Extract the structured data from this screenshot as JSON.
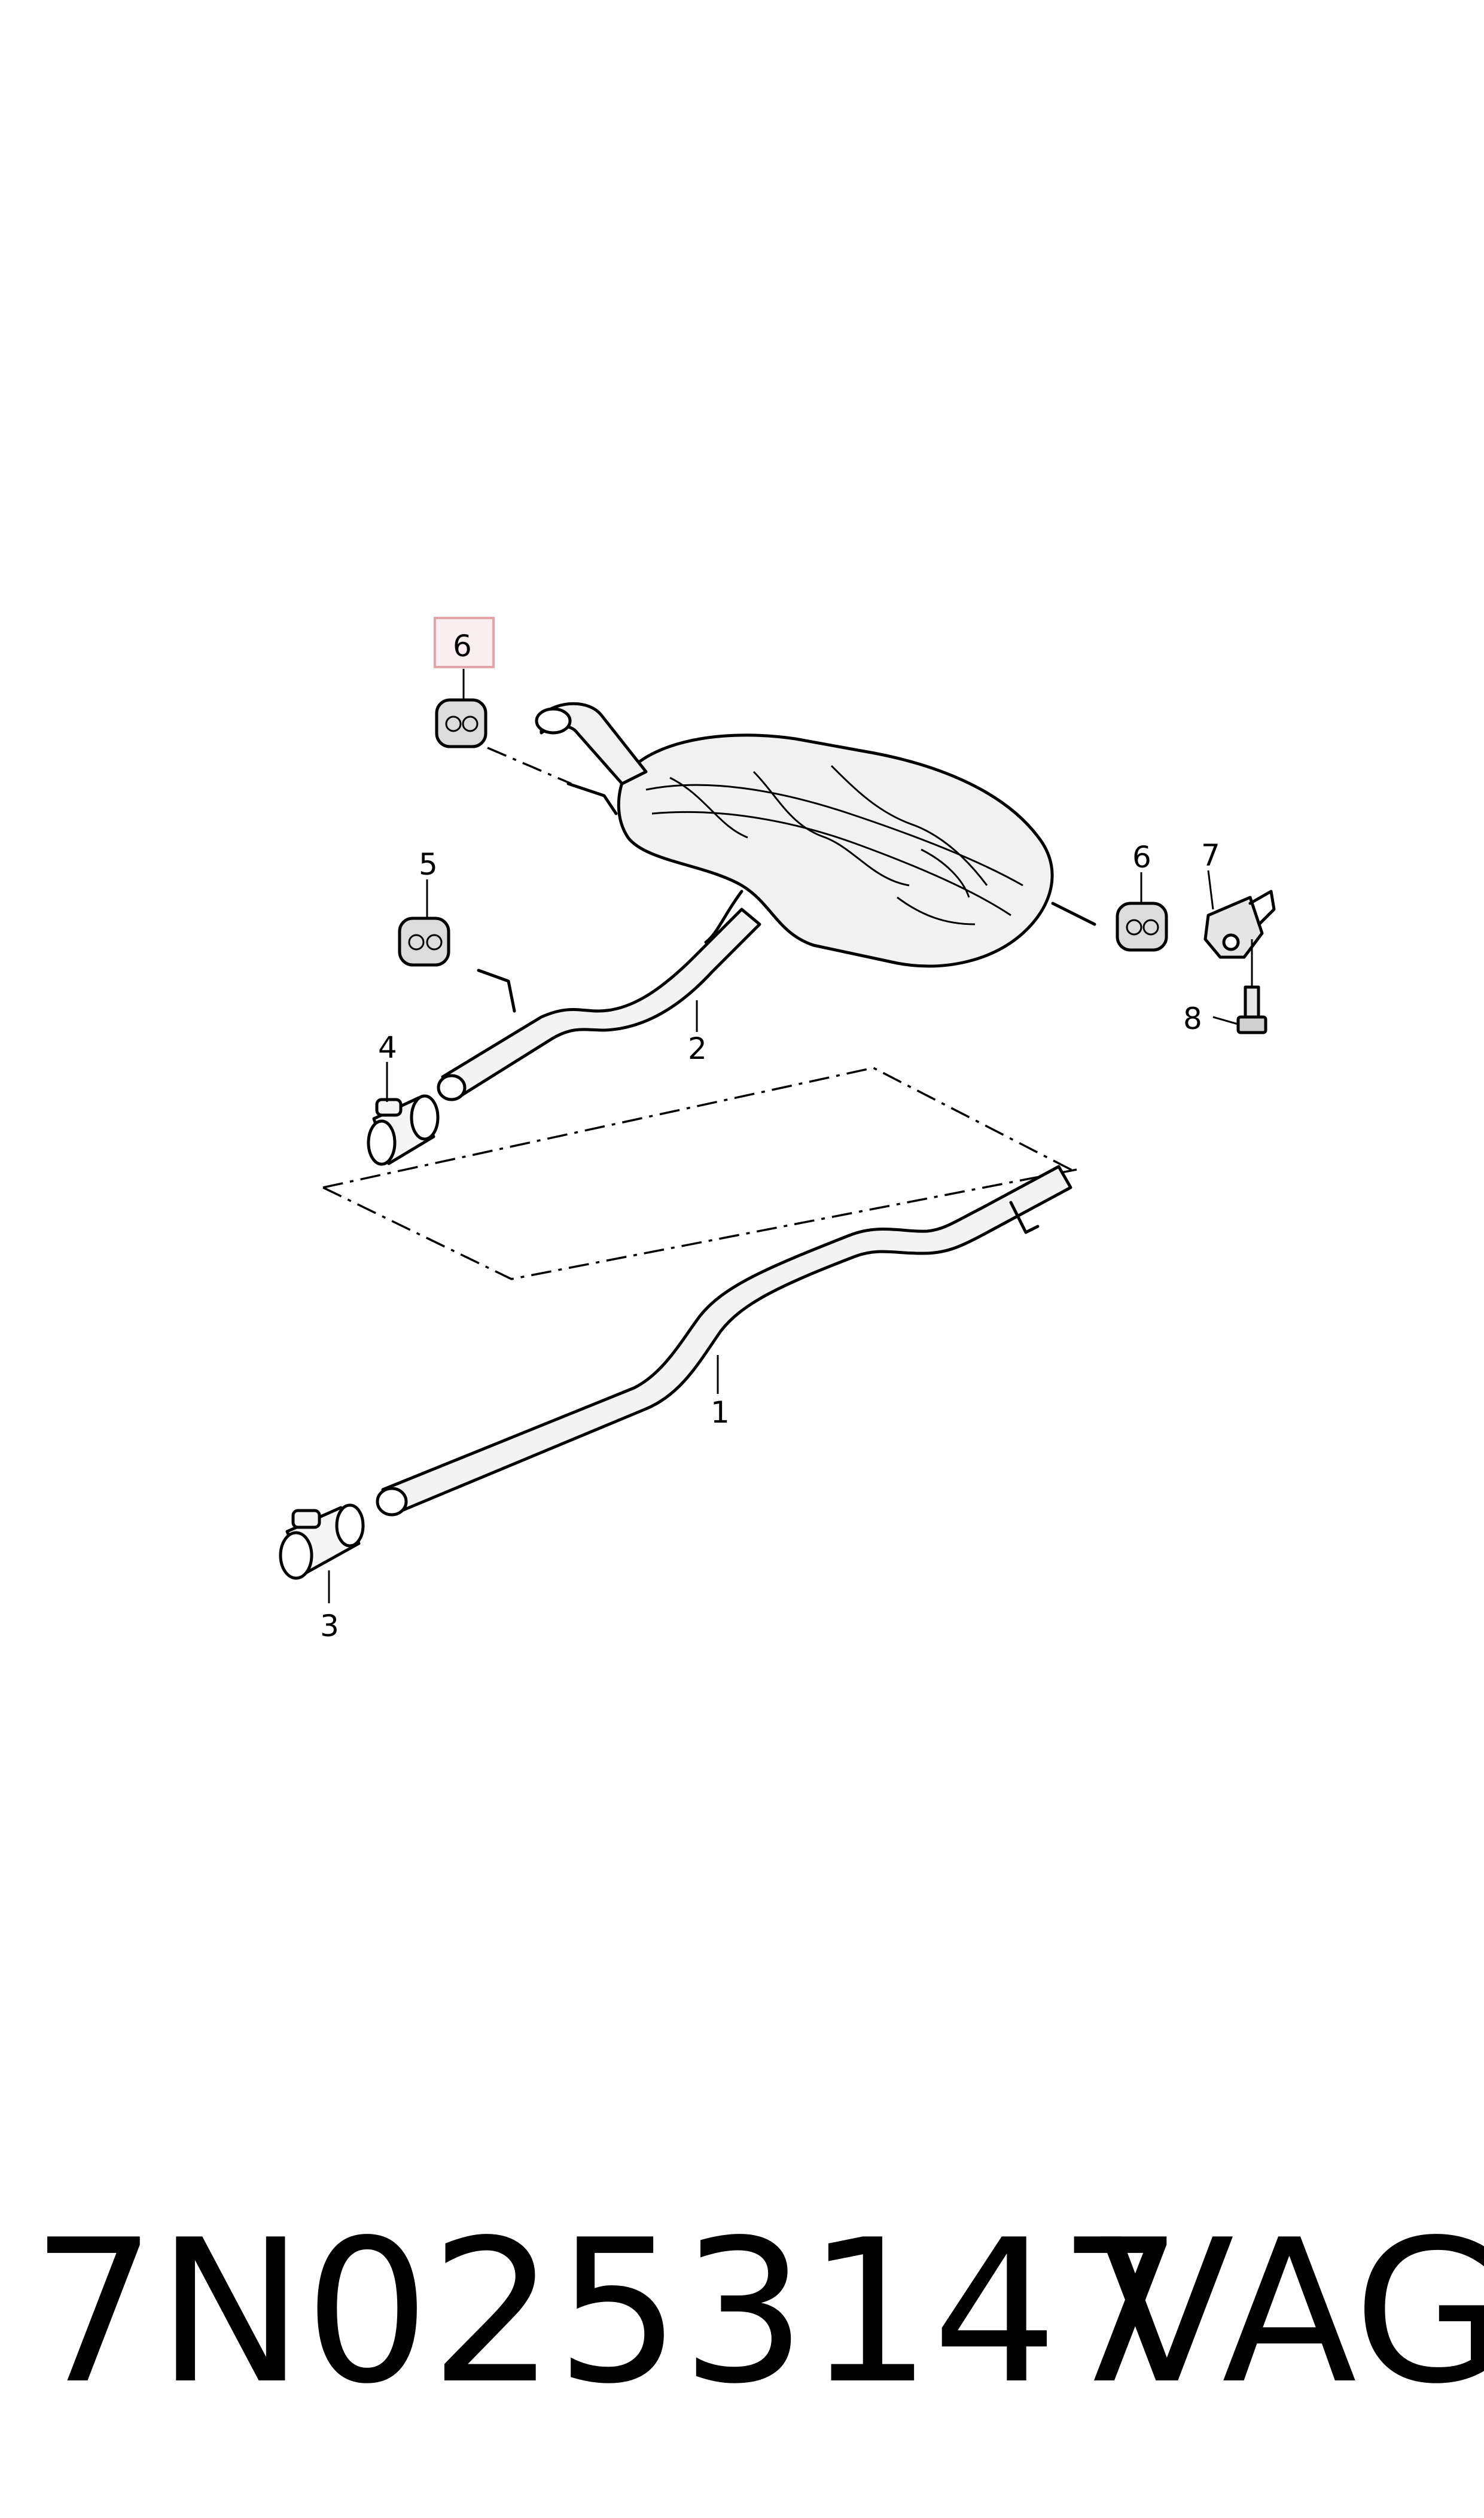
{
  "callouts": {
    "c1": "1",
    "c2": "2",
    "c3": "3",
    "c4": "4",
    "c5": "5",
    "c6_highlighted": "6",
    "c6": "6",
    "c7": "7",
    "c8": "8"
  },
  "highlight_color": "#e8a3aa",
  "highlight_fill": "#fbeef0",
  "footer": {
    "part_number": "7N0253147",
    "brand": "VAG"
  }
}
